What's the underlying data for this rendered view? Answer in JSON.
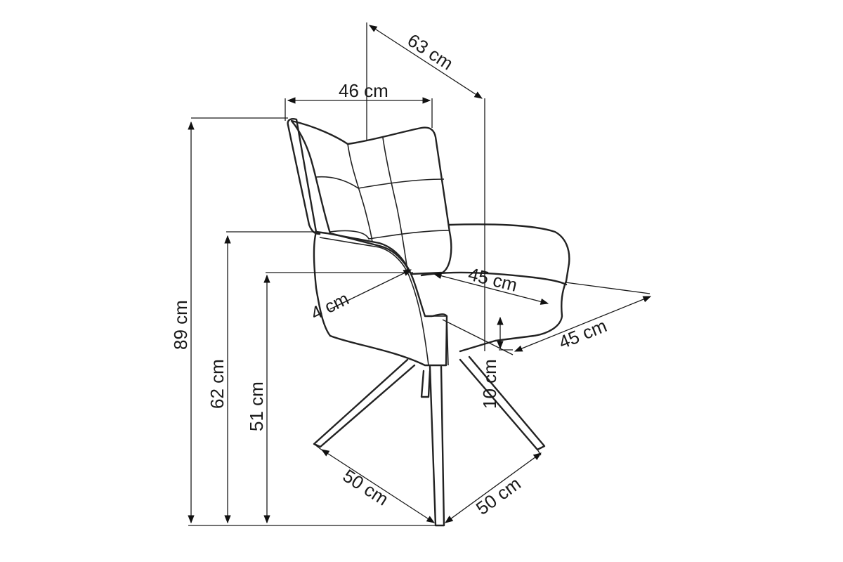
{
  "dimensions": {
    "depth_overall": "63 cm",
    "back_width": "46 cm",
    "seat_depth": "45 cm",
    "seat_width": "45 cm",
    "armrest_thickness": "4 cm",
    "total_height": "89 cm",
    "armrest_height": "62 cm",
    "seat_height": "51 cm",
    "armrest_above_seat": "10 cm",
    "base_left": "50 cm",
    "base_right": "50 cm"
  }
}
